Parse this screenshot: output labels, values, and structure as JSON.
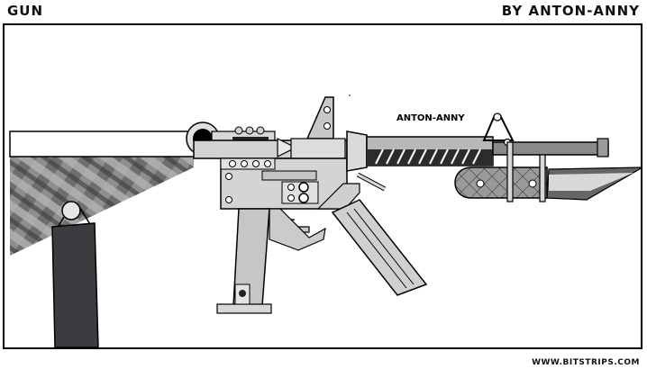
{
  "strip": {
    "title": "GUN",
    "author": "BY ANTON-ANNY",
    "site": "WWW.BITSTRIPS.COM"
  },
  "panel": {
    "signature": "ANTON-ANNY"
  }
}
